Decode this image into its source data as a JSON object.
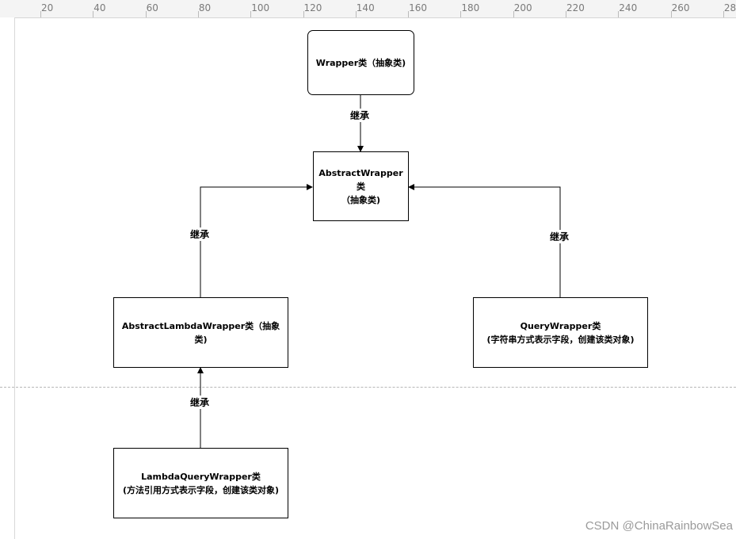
{
  "ruler": {
    "ticks": [
      "20",
      "40",
      "60",
      "80",
      "100",
      "120",
      "140",
      "160",
      "180",
      "200",
      "220",
      "240",
      "260",
      "280"
    ]
  },
  "nodes": {
    "wrapper": {
      "line1": "Wrapper类（抽象类)",
      "line2": ""
    },
    "abstract_wrapper": {
      "line1": "AbstractWrapper类",
      "line2": "（抽象类)"
    },
    "abstract_lambda_wrapper": {
      "line1": "AbstractLambdaWrapper类（抽象",
      "line2": "类)"
    },
    "query_wrapper": {
      "line1": "QueryWrapper类",
      "line2": "(字符串方式表示字段，创建该类对象)"
    },
    "lambda_query_wrapper": {
      "line1": "LambdaQueryWrapper类",
      "line2": "(方法引用方式表示字段，创建该类对象)"
    }
  },
  "edges": {
    "wrapper_to_abstract": "继承",
    "lambda_to_abstract": "继承",
    "query_to_abstract": "继承",
    "lambdaquery_to_lambda": "继承"
  },
  "watermark": "CSDN @ChinaRainbowSea"
}
